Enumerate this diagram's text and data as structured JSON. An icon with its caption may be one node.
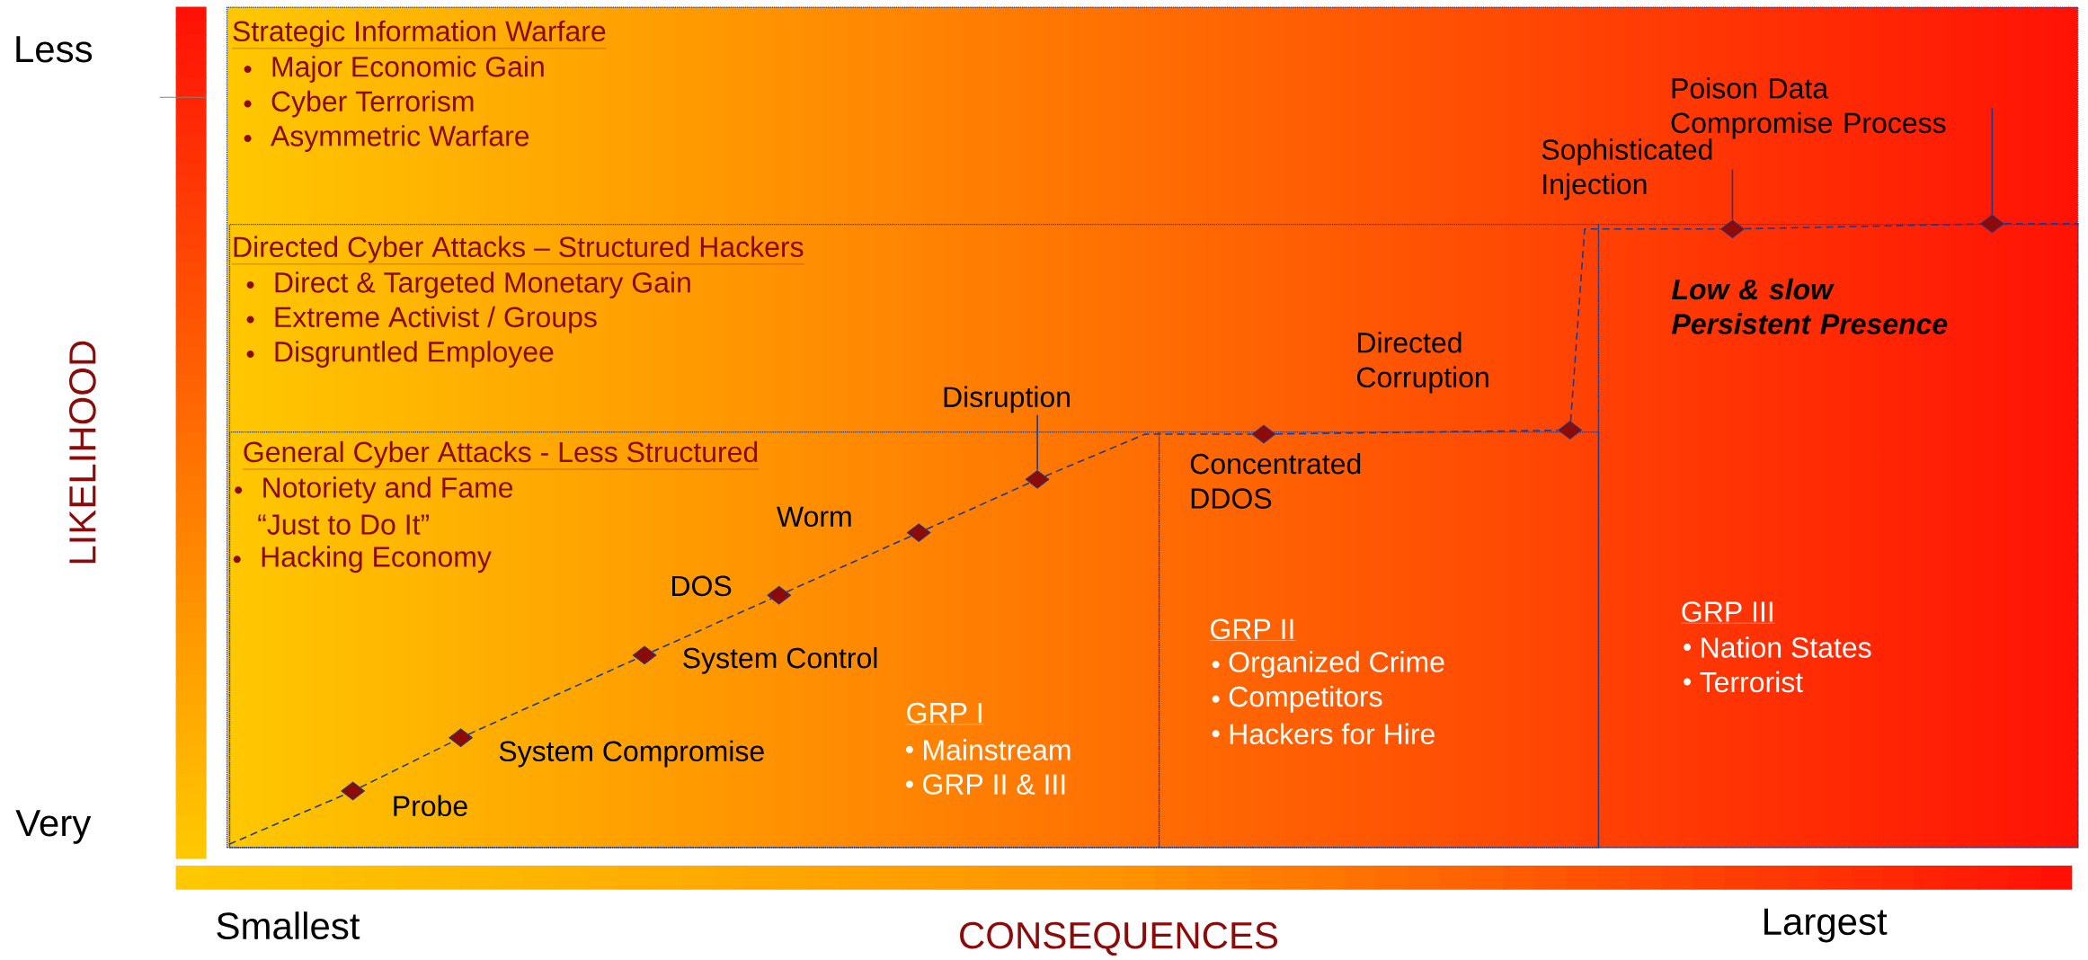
{
  "diagram": {
    "nodes": [
      {
        "text": [
          "Strategic Information Warfare",
          "Major Economic Gain",
          "Cyber Terrorism",
          "Asymmetric Warfare"
        ]
      },
      {
        "text": [
          "Poison Data Compromise Process"
        ],
        "in": 0
      },
      {
        "text": [
          "Sophisticated Injection"
        ],
        "in": 0
      },
      {
        "text": [
          "Directed Cyber Attacks – Structured Hackers",
          "Direct & Targeted Monetary Gain",
          "Extreme Activist / Groups",
          "Disgruntled Employee"
        ],
        "in": 0
      },
      {
        "text": [
          "GRP III",
          "Nation States",
          "Terrorist"
        ],
        "in": 0
      },
      {
        "text": [
          "Disruption"
        ],
        "in": 3
      },
      {
        "text": [
          "General Cyber Attacks  -  Less Structured",
          "Notoriety and Fame",
          "“Just to Do It”",
          "Hacking Economy",
          "GRP I",
          "Mainstream",
          "GRP II & III"
        ],
        "in": 3
      },
      {
        "text": [
          "GRP II",
          "Organized Crime",
          "Competitors",
          "Hackers for Hire"
        ],
        "in": 3
      },
      {
        "text": [],
        "shape": "diamond",
        "beside": [
          "Probe"
        ],
        "in": 6
      },
      {
        "text": [],
        "shape": "diamond",
        "beside": [
          "System Compromise"
        ],
        "in": 6
      },
      {
        "text": [],
        "shape": "diamond",
        "beside": [
          "System Control"
        ],
        "in": 6
      },
      {
        "text": [],
        "shape": "diamond",
        "beside": [
          "DOS"
        ],
        "in": 6
      },
      {
        "text": [],
        "shape": "diamond",
        "beside": [
          "Worm"
        ],
        "in": 6
      },
      {
        "text": [],
        "shape": "diamond",
        "in": 6
      },
      {
        "text": [],
        "shape": "diamond",
        "beside": [
          "Concentrated DDOS"
        ],
        "in": 3
      },
      {
        "text": [],
        "shape": "diamond",
        "in": 3
      },
      {
        "text": [],
        "shape": "diamond",
        "in": 0
      },
      {
        "text": [],
        "shape": "diamond",
        "in": 0
      }
    ],
    "edges": [
      {
        "from": null,
        "to": 8,
        "arrow": "none",
        "style": "dashed"
      },
      {
        "from": 8,
        "to": 9,
        "arrow": "none",
        "style": "dashed"
      },
      {
        "from": 9,
        "to": 10,
        "arrow": "none",
        "style": "dashed"
      },
      {
        "from": 10,
        "to": 11,
        "arrow": "none",
        "style": "dashed"
      },
      {
        "from": 11,
        "to": 12,
        "arrow": "none",
        "style": "dashed"
      },
      {
        "from": 12,
        "to": 13,
        "arrow": "none",
        "style": "dashed"
      },
      {
        "from": 13,
        "to": 14,
        "arrow": "none",
        "style": "dashed"
      },
      {
        "from": 14,
        "to": 15,
        "arrow": "none",
        "style": "dashed"
      },
      {
        "from": 15,
        "to": 16,
        "arrow": "none",
        "style": "dashed"
      },
      {
        "from": 16,
        "to": 17,
        "arrow": "none",
        "style": "dashed"
      },
      {
        "from": 17,
        "to": 0,
        "arrow": "none",
        "style": "dashed"
      },
      {
        "from": 5,
        "to": 13,
        "arrow": "none"
      },
      {
        "from": 2,
        "to": 16,
        "arrow": "none"
      },
      {
        "from": 1,
        "to": 17,
        "arrow": "none"
      }
    ],
    "labels": [
      "Less",
      "Very",
      "LIKELIHOOD",
      "Smallest",
      "CONSEQUENCES",
      "Largest",
      "Directed Corruption",
      "Low & slow Persistent Presence"
    ]
  }
}
